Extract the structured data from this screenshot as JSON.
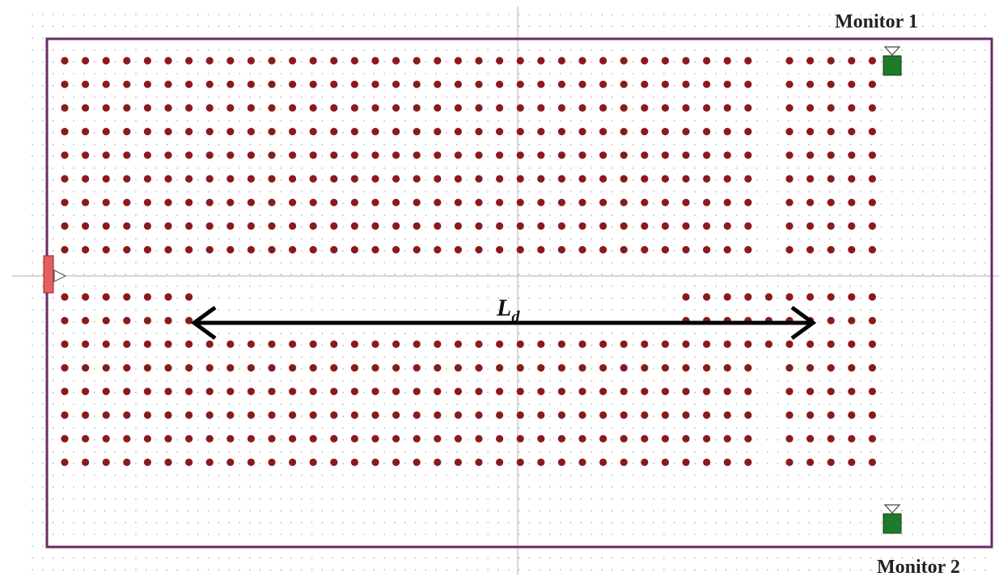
{
  "labels": {
    "monitor1": "Monitor 1",
    "monitor2": "Monitor 2",
    "length_main": "L",
    "length_sub": "d"
  },
  "colors": {
    "rod": "#8b1a1a",
    "frame": "#6a2a6a",
    "grid_dot": "#b8b8b8",
    "axis": "#b0b0b0",
    "monitor": "#1f7a2a",
    "source": "#e06060",
    "arrow": "#000000"
  },
  "lattice": {
    "columns": 40,
    "rows": 18,
    "line_defect_row": 9,
    "bend_column": 35,
    "cavity_row": 10,
    "cavity_columns": [
      6,
      30
    ],
    "channel_column": 34
  },
  "icons": {
    "monitor": "monitor-icon",
    "source": "source-icon"
  }
}
